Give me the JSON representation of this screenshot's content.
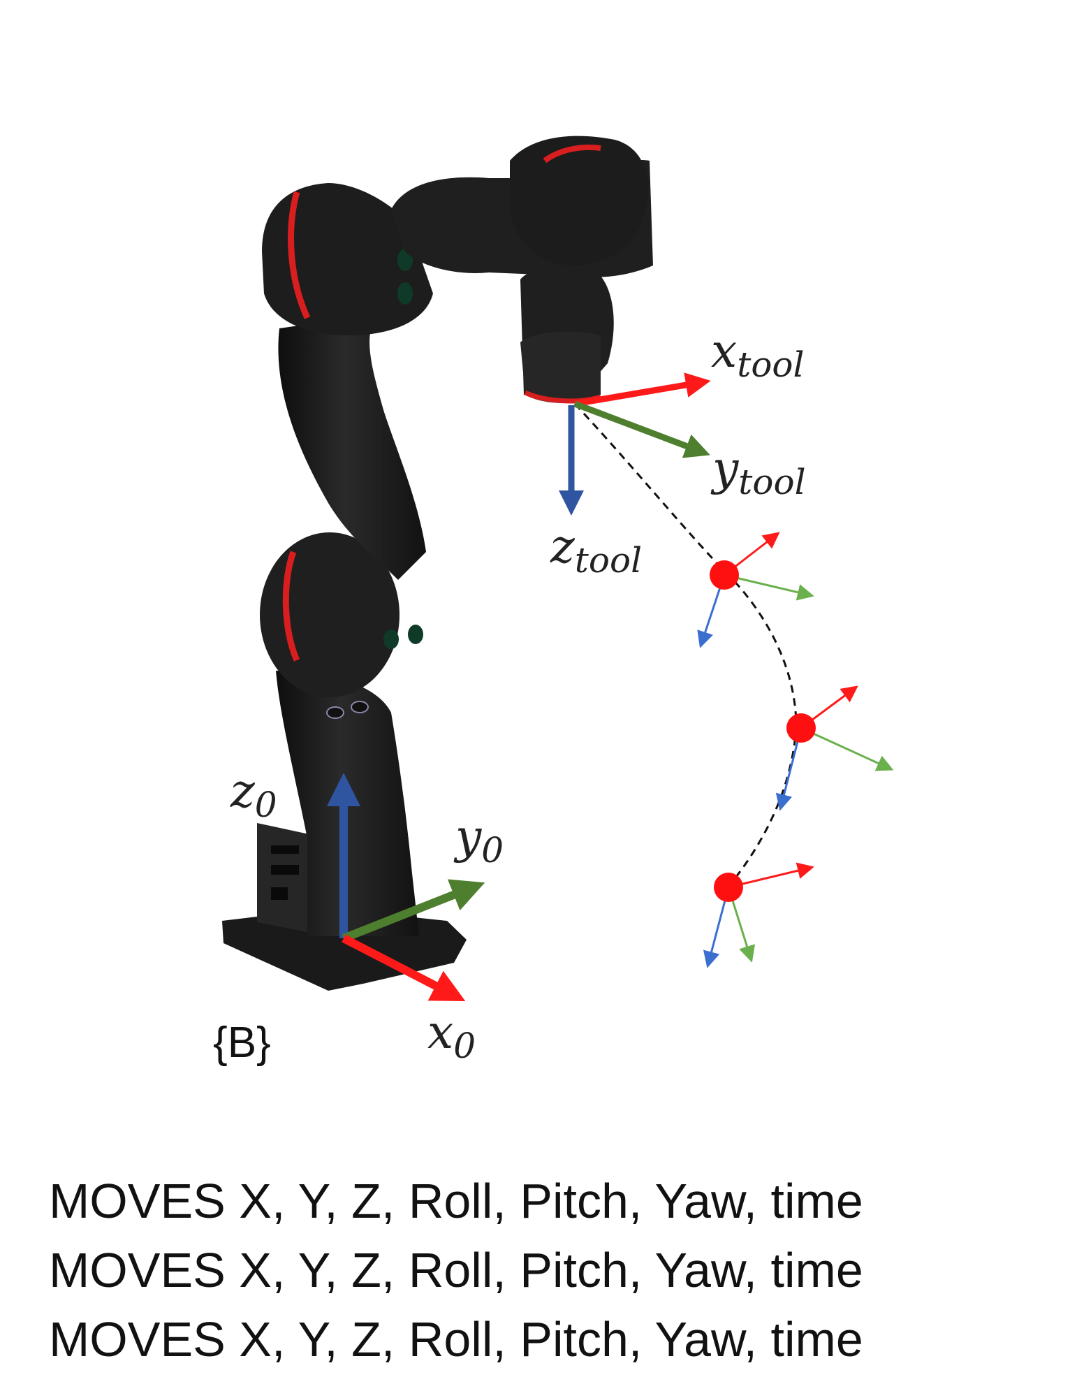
{
  "labels": {
    "x_tool": {
      "main": "x",
      "sub": "tool"
    },
    "y_tool": {
      "main": "y",
      "sub": "tool"
    },
    "z_tool": {
      "main": "z",
      "sub": "tool"
    },
    "x0": {
      "main": "x",
      "sub": "0"
    },
    "y0": {
      "main": "y",
      "sub": "0"
    },
    "z0": {
      "main": "z",
      "sub": "0"
    },
    "base_frame": "{B}"
  },
  "commands": [
    "MOVES X, Y, Z, Roll, Pitch, Yaw, time",
    "MOVES X, Y, Z, Roll, Pitch, Yaw, time",
    "MOVES X, Y, Z, Roll, Pitch, Yaw, time"
  ],
  "colors": {
    "x_axis": "#ff1a1a",
    "y_axis": "#4e7f2e",
    "z_axis": "#2f54a0",
    "waypoint": "#ff1010",
    "robot_body": "#1c1c1c",
    "joint_ring": "#d81e1e",
    "small_y_axis": "#6ab04c",
    "small_z_axis": "#3a6fd0"
  }
}
